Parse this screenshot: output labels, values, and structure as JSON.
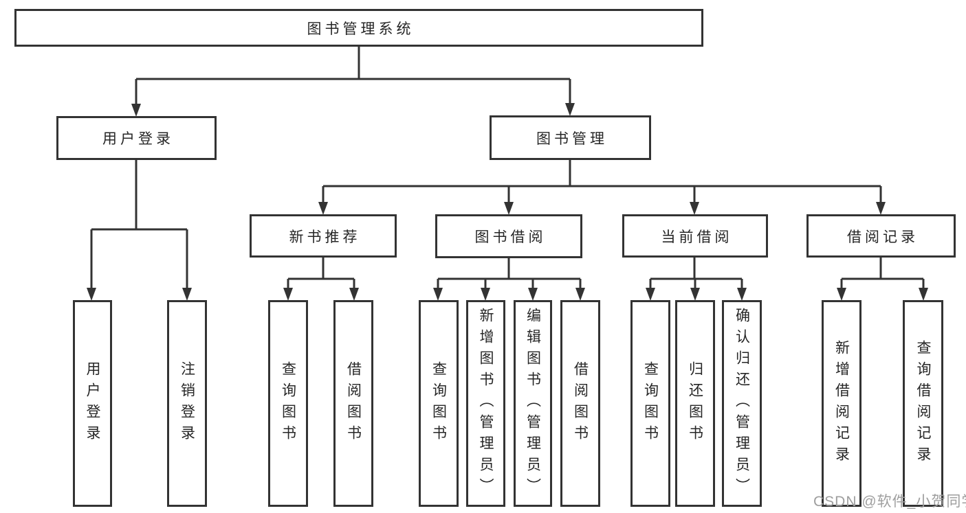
{
  "diagram": {
    "root": {
      "label": "图书管理系统"
    },
    "level2": {
      "user_login": {
        "label": "用户登录"
      },
      "book_management": {
        "label": "图书管理"
      }
    },
    "level3": {
      "new_book_recommendation": {
        "label": "新书推荐"
      },
      "book_borrowing": {
        "label": "图书借阅"
      },
      "current_borrowing": {
        "label": "当前借阅"
      },
      "borrowing_records": {
        "label": "借阅记录"
      }
    },
    "leaves": {
      "user_login": [
        "用户登录",
        "注销登录"
      ],
      "new_book_recommendation": [
        "查询图书",
        "借阅图书"
      ],
      "book_borrowing": [
        "查询图书",
        "新增图书（管理员）",
        "编辑图书（管理员）",
        "借阅图书"
      ],
      "current_borrowing": [
        "查询图书",
        "归还图书",
        "确认归还（管理员）"
      ],
      "borrowing_records": [
        "新增借阅记录",
        "查询借阅记录"
      ]
    },
    "colors": {
      "line": "#333333",
      "text": "#262626",
      "box_background": "#ffffff",
      "watermark": "#9e9e9e"
    }
  },
  "watermark": {
    "label": "CSDN @软件_小贺同学"
  }
}
